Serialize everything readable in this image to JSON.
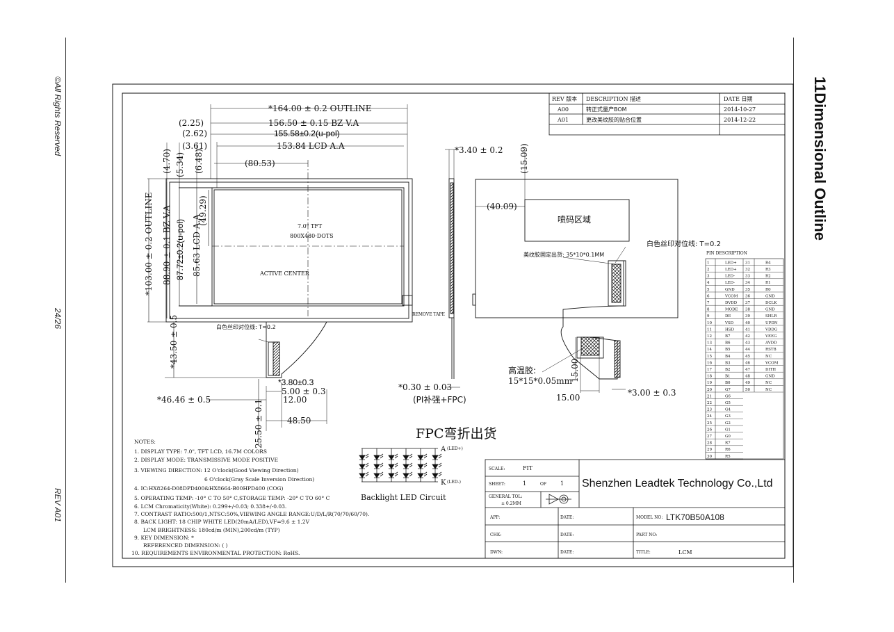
{
  "margin": {
    "copyright": "©All Rights Reserved",
    "page": "24/26",
    "rev": "REV A01"
  },
  "sheet_title": "11Dimensional Outline",
  "revision_table": {
    "headers": [
      "REV 版本",
      "DESCRIPTION 描述",
      "DATE 日期"
    ],
    "rows": [
      [
        "A00",
        "转正式量产BOM",
        "2014-10-27"
      ],
      [
        "A01",
        "更改美纹胶的贴合位置",
        "2014-12-22"
      ]
    ]
  },
  "front_view": {
    "dims": {
      "outline_w": "*164.00 ± 0.2 OUTLINE",
      "bz_va_w": "156.50 ± 0.15 BZ V.A",
      "upol_w": "155.58±0.2(u-pol)",
      "lcd_aa_w": "153.84 LCD A.A",
      "off_2_25": "(2.25)",
      "off_2_62": "(2.62)",
      "off_3_61": "(3.61)",
      "center_x": "(80.53)",
      "off_4_70": "(4.70)",
      "off_5_34": "(5.34)",
      "off_6_48": "(6.48)",
      "center_y": "(49.29)",
      "outline_h": "*103.00 ± 0.2 OUTLINE",
      "bz_va_h": "88.90 ± 0.1 BZ V.A",
      "upol_h": "87.72±0.2(u-pol)",
      "lcd_aa_h": "85.63 LCD A.A",
      "fpc_len": "*43.50 ± 0.5",
      "fpc_pos": "*46.46 ± 0.5",
      "fpc_w1": "*3.80±0.3",
      "fpc_w2": "5.00 ± 0.3",
      "fpc_w3": "12.00",
      "fpc_w4": "48.50",
      "fpc_h": "25.50 ± 0.1"
    },
    "center_label_1": "7.0\" TFT",
    "center_label_2": "800X480·DOTS",
    "active_center": "ACTIVE CENTER",
    "fpc_mark": "白色丝印对位线: T=0.2",
    "tape_label": "REMOVE TAPE"
  },
  "side_view": {
    "thickness": "*3.40 ± 0.2",
    "fpc_thk": "*0.30 ± 0.03",
    "fpc_note": "(PI补强+FPC)"
  },
  "back_view": {
    "dim_15_09": "(15.09)",
    "dim_40_09": "(40.09)",
    "code_area": "喷码区域",
    "tape_note": "美纹胶固定出货: 35*10*0.1MM",
    "mark_note": "白色丝印对位线: T=0.2",
    "glue_label": "高温胶:",
    "glue_size": "15*15*0.05mm",
    "dim_15_v": "15.00",
    "dim_15_h": "15.00",
    "dim_3": "*3.00 ± 0.3"
  },
  "fpc_bend_title": "FPC弯折出货",
  "backlight": {
    "title": "Backlight LED Circuit",
    "anode": "A",
    "anode_sub": "(LED+)",
    "cathode": "K",
    "cathode_sub": "(LED-)"
  },
  "notes": [
    "NOTES:",
    "1. DISPLAY TYPE: 7.0\", TFT LCD, 16.7M COLORS",
    "2. DISPLAY MODE: TRANSMISSIVE MODE POSITIVE",
    "3. VIEWING DIRECTION:   12 O'clock(Good Viewing Direction)",
    "6 O'clock(Gray Scale Inversion Direction)",
    "4. IC:HX8264-D08DPD400&HX8664-B00HPD400 (COG)",
    "5. OPERATING TEMP: -10° C TO 50° C,STORAGE TEMP: -20° C TO 60° C",
    "6. LCM Chromaticity(White): 0.299+/-0.03; 0.338+/-0.03.",
    "7. CONTRAST RATIO:500/1,NTSC:50%,VIEWING ANGLE RANGE:U/D/L/R(70/70/60/70).",
    "8. BACK LIGHT: 18 CHIP WHITE LED(20mA/LED),VF=9.6 ± 1.2V",
    "LCM BRIGHTNESS: 180cd/m (MIN),200cd/m (TYP)",
    "9. KEY DIMENSION: *",
    "REFERENCED DIMENSION: (  )",
    "10. REQUIREMENTS ENVIRONMENTAL PROTECTION: RoHS."
  ],
  "pin_table": {
    "title": "PIN DESCRIPTION",
    "rows": [
      [
        "1",
        "LED+",
        "31",
        "R4"
      ],
      [
        "2",
        "LED+",
        "32",
        "R3"
      ],
      [
        "3",
        "LED-",
        "33",
        "R2"
      ],
      [
        "4",
        "LED-",
        "34",
        "R1"
      ],
      [
        "5",
        "GND",
        "35",
        "R0"
      ],
      [
        "6",
        "VCOM",
        "36",
        "GND"
      ],
      [
        "7",
        "DVDD",
        "37",
        "DCLK"
      ],
      [
        "8",
        "MODE",
        "38",
        "GND"
      ],
      [
        "9",
        "DE",
        "39",
        "SHLR"
      ],
      [
        "10",
        "VSD",
        "40",
        "UPDN"
      ],
      [
        "11",
        "HSD",
        "41",
        "VDDG"
      ],
      [
        "12",
        "B7",
        "42",
        "VEEG"
      ],
      [
        "13",
        "B6",
        "43",
        "AVDD"
      ],
      [
        "14",
        "B5",
        "44",
        "RSTB"
      ],
      [
        "15",
        "B4",
        "45",
        "NC"
      ],
      [
        "16",
        "B3",
        "46",
        "VCOM"
      ],
      [
        "17",
        "B2",
        "47",
        "DITH"
      ],
      [
        "18",
        "B1",
        "48",
        "GND"
      ],
      [
        "19",
        "B0",
        "49",
        "NC"
      ],
      [
        "20",
        "G7",
        "50",
        "NC"
      ],
      [
        "21",
        "G6",
        "",
        ""
      ],
      [
        "22",
        "G5",
        "",
        ""
      ],
      [
        "23",
        "G4",
        "",
        ""
      ],
      [
        "24",
        "G3",
        "",
        ""
      ],
      [
        "25",
        "G2",
        "",
        ""
      ],
      [
        "26",
        "G1",
        "",
        ""
      ],
      [
        "27",
        "G0",
        "",
        ""
      ],
      [
        "28",
        "R7",
        "",
        ""
      ],
      [
        "29",
        "R6",
        "",
        ""
      ],
      [
        "30",
        "R5",
        "",
        ""
      ]
    ]
  },
  "title_block": {
    "scale_label": "SCALE:",
    "scale_value": "FIT",
    "sheet_label": "SHEET:",
    "sheet_value": "1",
    "of_label": "OF",
    "of_value": "1",
    "tol_label": "GENERAL TOL:",
    "tol_value": "± 0.2MM",
    "company": "Shenzhen Leadtek Technology Co.,Ltd",
    "app_label": "APP:",
    "date_label": "DATE:",
    "model_label": "MODEL NO:",
    "model_value": "LTK70B50A108",
    "chk_label": "CHK:",
    "part_label": "PART NO:",
    "dwn_label": "DWN:",
    "title_label": "TITLE:",
    "title_value": "LCM"
  }
}
